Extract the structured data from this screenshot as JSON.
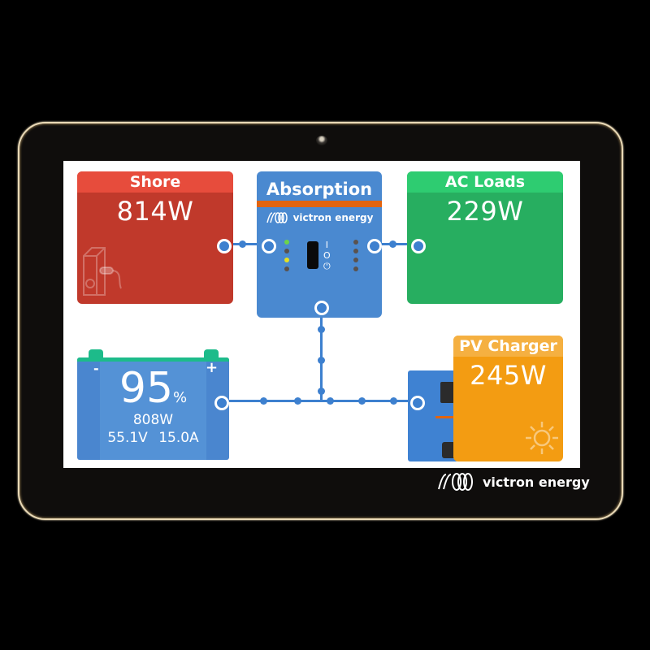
{
  "device": {
    "bezel_color": "#0f0d0c",
    "brand": "victron energy"
  },
  "tiles": {
    "shore": {
      "title": "Shore",
      "value": "814W",
      "icon": "shore-power-icon",
      "color": "#c0392b",
      "header_color": "#e74c3c"
    },
    "inverter": {
      "title": "Absorption",
      "brand": "victron energy",
      "icon": "multiplus-icon",
      "color": "#4a89d0",
      "band_color": "#e2640f"
    },
    "ac_loads": {
      "title": "AC Loads",
      "value": "229W",
      "color": "#27ae60",
      "header_color": "#2ecc71"
    },
    "battery": {
      "soc": "95",
      "soc_unit": "%",
      "power": "808W",
      "voltage": "55.1V",
      "current": "15.0A",
      "minus": "-",
      "plus": "+",
      "color": "#4a86cf"
    },
    "pv_charger": {
      "title": "PV Charger",
      "value": "245W",
      "icon": "sun-icon",
      "color": "#f39c12",
      "header_color": "#f5b041"
    }
  },
  "inverter_leds": {
    "left": [
      "#6dd44a",
      "#5a524e",
      "#e6e020",
      "#5a524e"
    ],
    "right": [
      "#5a524e",
      "#5a524e",
      "#5a524e",
      "#5a524e"
    ]
  },
  "inverter_switch": {
    "on": "I",
    "off": "O",
    "power": "⏻"
  }
}
